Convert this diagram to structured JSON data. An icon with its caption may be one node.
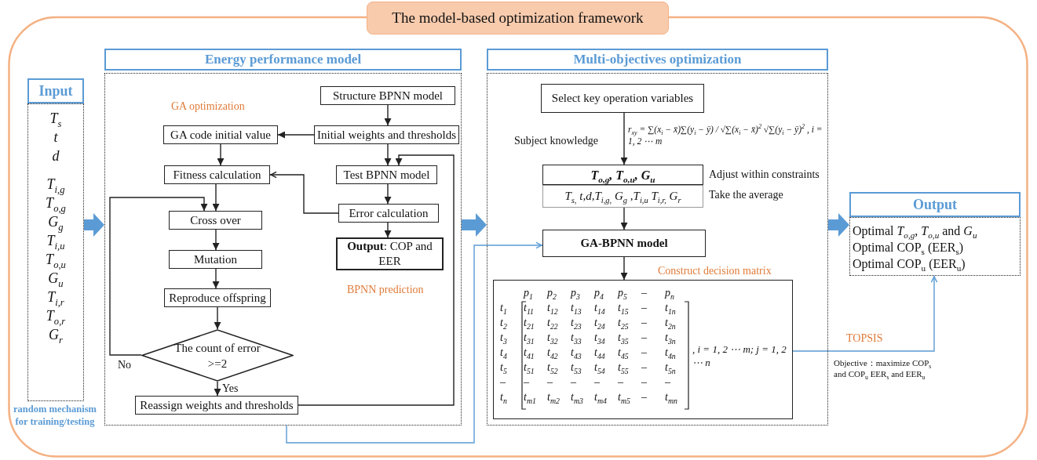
{
  "diagram": {
    "nodes": [
      {
        "text": [
          "The model-based optimization framework"
        ]
      },
      {
        "text": [
          "Input",
          "T$_{s}$",
          "t",
          "d",
          "T$_{i,g}$",
          "T$_{o,g}$",
          "G$_{g}$",
          "T$_{i,u}$",
          "T$_{o,u}$",
          "G$_{u}$",
          "T$_{i,r}$",
          "T$_{o,r}$",
          "G$_{r}$"
        ],
        "beside": [
          "random mechanism for training/testing"
        ],
        "in": 0
      },
      {
        "text": [
          "Energy performance model"
        ],
        "in": 0
      },
      {
        "text": [
          "Structure BPNN model"
        ],
        "in": 2
      },
      {
        "text": [
          "Initial weights and thresholds"
        ],
        "in": 2
      },
      {
        "text": [
          "GA code initial value"
        ],
        "in": 2
      },
      {
        "text": [
          "Fitness calculation"
        ],
        "in": 2
      },
      {
        "text": [
          "Test BPNN model"
        ],
        "in": 2
      },
      {
        "text": [
          "Cross over"
        ],
        "in": 2
      },
      {
        "text": [
          "Error calculation"
        ],
        "in": 2
      },
      {
        "text": [
          "Mutation"
        ],
        "in": 2
      },
      {
        "text": [
          "**Output**: COP and EER"
        ],
        "in": 2
      },
      {
        "text": [
          "Reproduce offspring"
        ],
        "in": 2
      },
      {
        "text": [
          "The count of error >=2"
        ],
        "in": 2
      },
      {
        "text": [
          "Reassign weights and thresholds"
        ],
        "in": 2
      },
      {
        "text": [
          "Multi-objectives optimization"
        ],
        "in": 0
      },
      {
        "text": [
          "Select key operation variables"
        ],
        "in": 15
      },
      {
        "text": [
          "T$_{o,g}$, T$_{o,u}$, G$_{u}$"
        ],
        "beside": [
          "Adjust within constraints"
        ],
        "in": 15
      },
      {
        "text": [
          "T$_{s,}$ t,d,T$_{i,g,}$ G$_{g}$ ,T$_{i,u}$ T$_{i,r,}$ G$_{r}$"
        ],
        "beside": [
          "Take the average"
        ],
        "in": 15
      },
      {
        "text": [
          "GA-BPNN model"
        ],
        "in": 15
      },
      {
        "text": [
          "p$_{1}$ p$_{2}$ p$_{3}$ p$_{4}$ p$_{5}$ – p$_{n}$",
          "t$_{1}$ t$_{11}$ t$_{12}$ t$_{13}$ t$_{14}$ t$_{15}$ – t$_{1n}$",
          "t$_{2}$ t$_{21}$ t$_{22}$ t$_{23}$ t$_{24}$ t$_{25}$ – t$_{2n}$",
          "t$_{3}$ t$_{31}$ t$_{32}$ t$_{33}$ t$_{34}$ t$_{35}$ – t$_{3n}$",
          "t$_{4}$ t$_{41}$ t$_{42}$ t$_{43}$ t$_{44}$ t$_{45}$ – t$_{4n}$",
          "t$_{5}$ t$_{51}$ t$_{52}$ t$_{53}$ t$_{54}$ t$_{55}$ – t$_{5n}$",
          "– – – – – – – –",
          "t$_{n}$ t$_{m1}$ t$_{m2}$ t$_{m3}$ t$_{m4}$ t$_{m5}$ – t$_{mn}$",
          ", i = 1, 2 ⋯ m; j = 1, 2 ⋯ n"
        ],
        "beside": [
          "Construct decision matrix"
        ],
        "in": 15
      },
      {
        "text": [
          "Output",
          "Optimal *T$_{o,g}$*, *T$_{o,u}$* and *G$_{u}$*",
          "Optimal COP$_{s}$ (EER$_{s}$)",
          "Optimal COP$_{u}$ (EER$_{u}$)"
        ],
        "in": 0
      }
    ],
    "edges": [
      {
        "from": 1,
        "to": 2,
        "arrow": "to",
        "style": "thick",
        "color": "#5b9bd5"
      },
      {
        "from": 2,
        "to": 15,
        "arrow": "to",
        "style": "thick",
        "color": "#5b9bd5"
      },
      {
        "from": 15,
        "to": 21,
        "arrow": "to",
        "style": "thick",
        "color": "#5b9bd5"
      },
      {
        "from": 3,
        "to": 4,
        "arrow": "to"
      },
      {
        "from": 4,
        "to": 5,
        "arrow": "to"
      },
      {
        "from": 4,
        "to": 7,
        "arrow": "to"
      },
      {
        "from": 5,
        "to": 6,
        "arrow": "to"
      },
      {
        "from": 7,
        "to": 9,
        "arrow": "to"
      },
      {
        "from": 9,
        "to": 11,
        "arrow": "to"
      },
      {
        "from": 9,
        "to": 6,
        "arrow": "to"
      },
      {
        "from": 6,
        "to": 8,
        "arrow": "to"
      },
      {
        "from": 8,
        "to": 10,
        "arrow": "to"
      },
      {
        "from": 10,
        "to": 12,
        "arrow": "to"
      },
      {
        "from": 12,
        "to": 13,
        "arrow": "to"
      },
      {
        "from": 13,
        "to": 8,
        "arrow": "to",
        "label": "No"
      },
      {
        "from": 13,
        "to": 14,
        "arrow": "to",
        "label": "Yes"
      },
      {
        "from": 14,
        "to": 7,
        "arrow": "to"
      },
      {
        "from": 2,
        "to": 19,
        "arrow": "to",
        "color": "#5b9bd5"
      },
      {
        "from": 16,
        "to": 17,
        "arrow": "to",
        "label": "Subject knowledge"
      },
      {
        "from": 18,
        "to": 19,
        "arrow": "to"
      },
      {
        "from": 19,
        "to": 20,
        "arrow": "to"
      },
      {
        "from": 20,
        "to": 21,
        "arrow": "to",
        "label": "TOPSIS",
        "color": "#5b9bd5"
      }
    ],
    "labels": [
      "GA optimization",
      "BPNN prediction",
      "r$_{xy}$ = ∑(x$_{i}$ − x̄)∑(y$_{i}$ − ȳ) / √∑(x$_{i}$ − x̄)$^{2}$ √∑(y$_{i}$ − ȳ)$^{2}$ , i = 1, 2 ⋯ m",
      "Objective：maximize COP$_{s}$ and COP$_{u}$ EER$_{s}$ and EER$_{u}$"
    ]
  }
}
